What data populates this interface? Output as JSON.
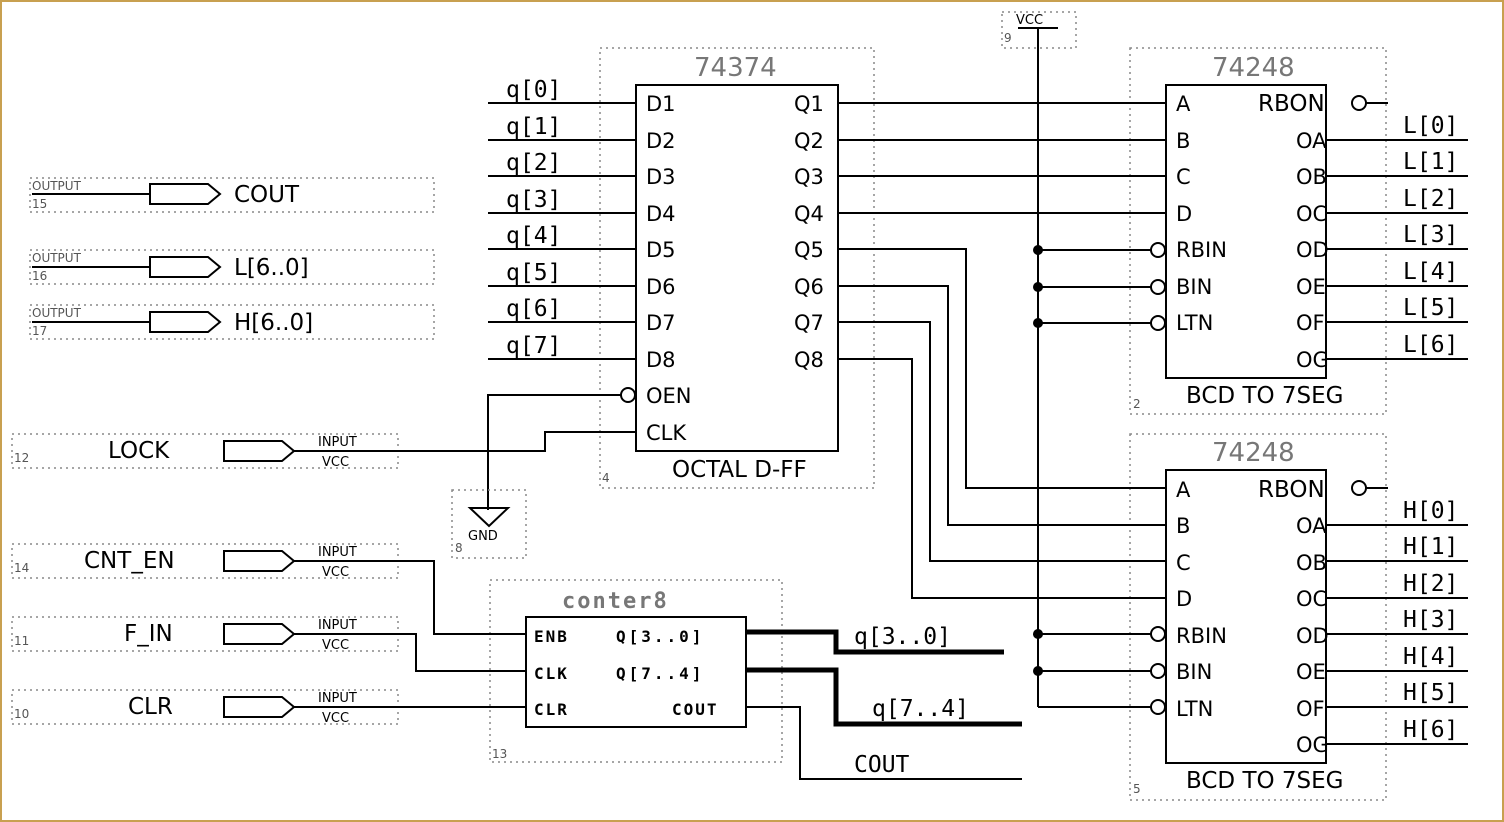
{
  "outputs": [
    {
      "num": "15",
      "tag": "OUTPUT",
      "name": "COUT"
    },
    {
      "num": "16",
      "tag": "OUTPUT",
      "name": "L[6..0]"
    },
    {
      "num": "17",
      "tag": "OUTPUT",
      "name": "H[6..0]"
    }
  ],
  "inputs": [
    {
      "num": "12",
      "tag": "INPUT",
      "sub": "VCC",
      "name": "LOCK"
    },
    {
      "num": "14",
      "tag": "INPUT",
      "sub": "VCC",
      "name": "CNT_EN"
    },
    {
      "num": "11",
      "tag": "INPUT",
      "sub": "VCC",
      "name": "F_IN"
    },
    {
      "num": "10",
      "tag": "INPUT",
      "sub": "VCC",
      "name": "CLR"
    }
  ],
  "latch": {
    "part": "74374",
    "desc": "OCTAL D-FF",
    "num": "4",
    "d_pins": [
      "D1",
      "D2",
      "D3",
      "D4",
      "D5",
      "D6",
      "D7",
      "D8"
    ],
    "q_pins": [
      "Q1",
      "Q2",
      "Q3",
      "Q4",
      "Q5",
      "Q6",
      "Q7",
      "Q8"
    ],
    "oen": "OEN",
    "clk": "CLK",
    "inputs": [
      "q[0]",
      "q[1]",
      "q[2]",
      "q[3]",
      "q[4]",
      "q[5]",
      "q[6]",
      "q[7]"
    ]
  },
  "vcc": {
    "label": "VCC",
    "num": "9"
  },
  "gnd": {
    "label": "GND",
    "num": "8"
  },
  "decoders": [
    {
      "part": "74248",
      "desc": "BCD TO 7SEG",
      "num": "2",
      "in_pins": [
        "A",
        "B",
        "C",
        "D",
        "RBIN",
        "BIN",
        "LTN"
      ],
      "out_pins": [
        "RBON",
        "OA",
        "OB",
        "OC",
        "OD",
        "OE",
        "OF",
        "OG"
      ],
      "outputs": [
        "L[0]",
        "L[1]",
        "L[2]",
        "L[3]",
        "L[4]",
        "L[5]",
        "L[6]"
      ]
    },
    {
      "part": "74248",
      "desc": "BCD TO 7SEG",
      "num": "5",
      "in_pins": [
        "A",
        "B",
        "C",
        "D",
        "RBIN",
        "BIN",
        "LTN"
      ],
      "out_pins": [
        "RBON",
        "OA",
        "OB",
        "OC",
        "OD",
        "OE",
        "OF",
        "OG"
      ],
      "outputs": [
        "H[0]",
        "H[1]",
        "H[2]",
        "H[3]",
        "H[4]",
        "H[5]",
        "H[6]"
      ]
    }
  ],
  "counter": {
    "part": "conter8",
    "num": "13",
    "left_pins": [
      "ENB",
      "CLK",
      "CLR"
    ],
    "right_pins": [
      "Q[3..0]",
      "Q[7..4]",
      "COUT"
    ],
    "nets": [
      "q[3..0]",
      "q[7..4]",
      "COUT"
    ]
  }
}
